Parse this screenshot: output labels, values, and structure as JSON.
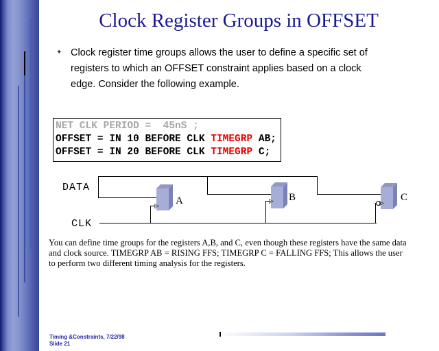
{
  "slide": {
    "title": "Clock Register Groups in OFFSET"
  },
  "bullet": {
    "marker": "✦",
    "lines": [
      "Clock register time groups allows the user to define a specific set of",
      "registers to which an OFFSET constraint applies based on a clock",
      "edge. Consider the following example."
    ]
  },
  "code": {
    "line1": "NET CLK PERIOD =  45nS ;",
    "line2_pre": "OFFSET = IN 10 BEFORE CLK ",
    "line2_red": "TIMEGRP",
    "line2_post": " AB;",
    "line3_pre": "OFFSET = IN 20 BEFORE CLK ",
    "line3_red": "TIMEGRP",
    "line3_post": " C;"
  },
  "diagram": {
    "data_label": "DATA",
    "clk_label": "CLK",
    "registers": [
      {
        "name": "A"
      },
      {
        "name": "B"
      },
      {
        "name": "C"
      }
    ]
  },
  "body": {
    "lines": [
      "You can define time groups for the registers A,B, and C, even though these registers have the same data",
      "and clock source. TIMEGRP AB = RISING FFS; TIMEGRP C = FALLING FFS; This allows the user",
      "to perform two different timing analysis for the registers."
    ]
  },
  "footer": {
    "line1": "Timing &Constraints, 7/22/98",
    "line2": "Slide 21"
  },
  "colors": {
    "title_navy": "#1a1a8f",
    "code_gray": "#a8a8a8",
    "code_red": "#e60000",
    "register_face": "#a6add6",
    "band_dark": "#101a6b"
  }
}
